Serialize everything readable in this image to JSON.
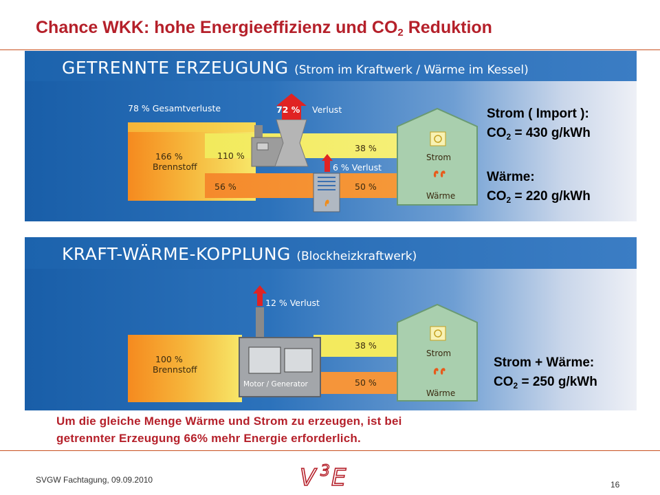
{
  "slide": {
    "title_main": "Chance WKK: hohe Energieeffizienz und CO",
    "title_sub": "2",
    "title_end": " Reduktion",
    "footer": "SVGW Fachtagung, 09.09.2010",
    "page_number": "16",
    "accent_color": "#b5202a"
  },
  "separate": {
    "heading": "GETRENNTE ERZEUGUNG",
    "heading_sub": "(Strom im Kraftwerk / Wärme im Kessel)",
    "loss_total": "78 % Gesamtverluste",
    "loss_power_value": "72 %",
    "loss_power_label": "Verlust",
    "fuel_value": "166 %",
    "fuel_label": "Brennstoff",
    "power_input": "110 %",
    "boiler_input": "56 %",
    "power_out": "38 %",
    "boiler_loss": "6 % Verlust",
    "heat_out": "50 %",
    "strom": "Strom",
    "waerme": "Wärme"
  },
  "separate_side": {
    "strom_label": "Strom ( Import ):",
    "strom_co2_prefix": "CO",
    "strom_co2_sub": "2",
    "strom_co2_value": " = 430 g/kWh",
    "waerme_label": "Wärme:",
    "waerme_co2_prefix": "CO",
    "waerme_co2_sub": "2",
    "waerme_co2_value": " = 220 g/kWh"
  },
  "chp": {
    "heading": "KRAFT-WÄRME-KOPPLUNG",
    "heading_sub": "(Blockheizkraftwerk)",
    "loss": "12 % Verlust",
    "fuel_value": "100 %",
    "fuel_label": "Brennstoff",
    "machine_label": "Motor / Generator",
    "power_out": "38 %",
    "heat_out": "50 %",
    "strom": "Strom",
    "waerme": "Wärme"
  },
  "chp_side": {
    "label": "Strom + Wärme:",
    "co2_prefix": "CO",
    "co2_sub": "2",
    "co2_value": " = 250 g/kWh"
  },
  "note": {
    "line1": "Um die gleiche Menge Wärme und Strom zu erzeugen, ist bei",
    "line2": "getrennter Erzeugung 66% mehr Energie erforderlich."
  },
  "logo": {
    "text": "V3E"
  }
}
